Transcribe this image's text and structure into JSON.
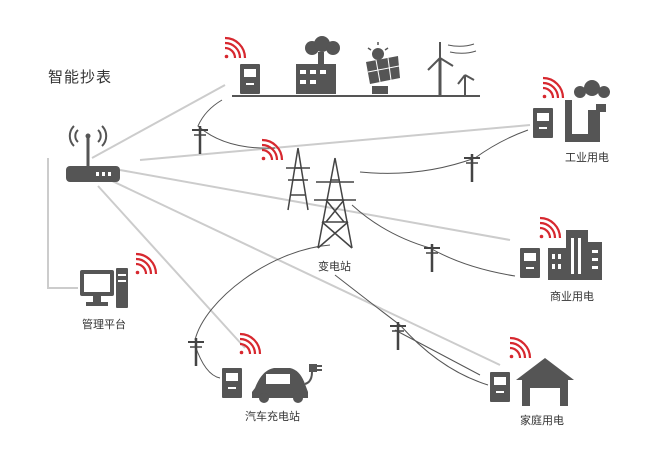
{
  "title": "智能抄表",
  "labels": {
    "industrial": "工业用电",
    "substation": "变电站",
    "commercial": "商业用电",
    "management": "管理平台",
    "ev_charging": "汽车充电站",
    "household": "家庭用电"
  },
  "colors": {
    "icon": "#555555",
    "signal": "#d7282f",
    "link": "#cccccc",
    "wire": "#555555"
  },
  "icons": {
    "router": "router-icon",
    "computer": "computer-icon",
    "meter": "smart-meter-icon",
    "factory": "factory-icon",
    "solar": "solar-panel-icon",
    "wind": "wind-turbine-icon",
    "building": "office-building-icon",
    "house": "house-icon",
    "car": "electric-car-icon",
    "plug": "plug-icon",
    "tower": "transmission-tower-icon",
    "pole": "utility-pole-icon",
    "signal": "wifi-signal-icon"
  }
}
